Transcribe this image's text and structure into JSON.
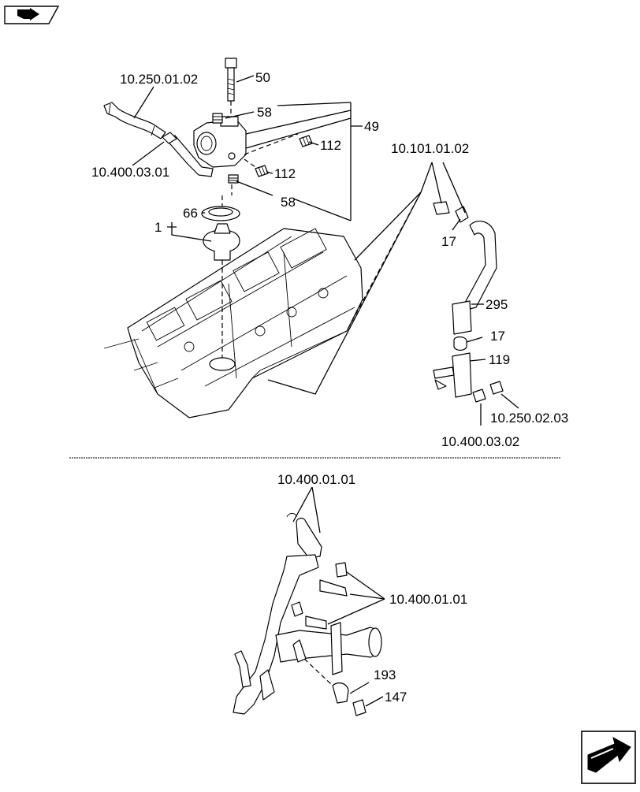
{
  "labels": {
    "l_10_250_01_02": "10.250.01.02",
    "l_50": "50",
    "l_58_top": "58",
    "l_49": "49",
    "l_112_a": "112",
    "l_112_b": "112",
    "l_10_400_03_01": "10.400.03.01",
    "l_58_bottom": "58",
    "l_66": "66",
    "l_1": "1",
    "l_10_101_01_02": "10.101.01.02",
    "l_17_top": "17",
    "l_295": "295",
    "l_17_bottom": "17",
    "l_119": "119",
    "l_10_250_02_03": "10.250.02.03",
    "l_10_400_03_02": "10.400.03.02",
    "l_10_400_01_01_top": "10.400.01.01",
    "l_10_400_01_01_right": "10.400.01.01",
    "l_193": "193",
    "l_147": "147"
  },
  "icons": {
    "top_left": "previous-page-arrow-icon",
    "bottom_right": "next-page-arrow-icon"
  }
}
